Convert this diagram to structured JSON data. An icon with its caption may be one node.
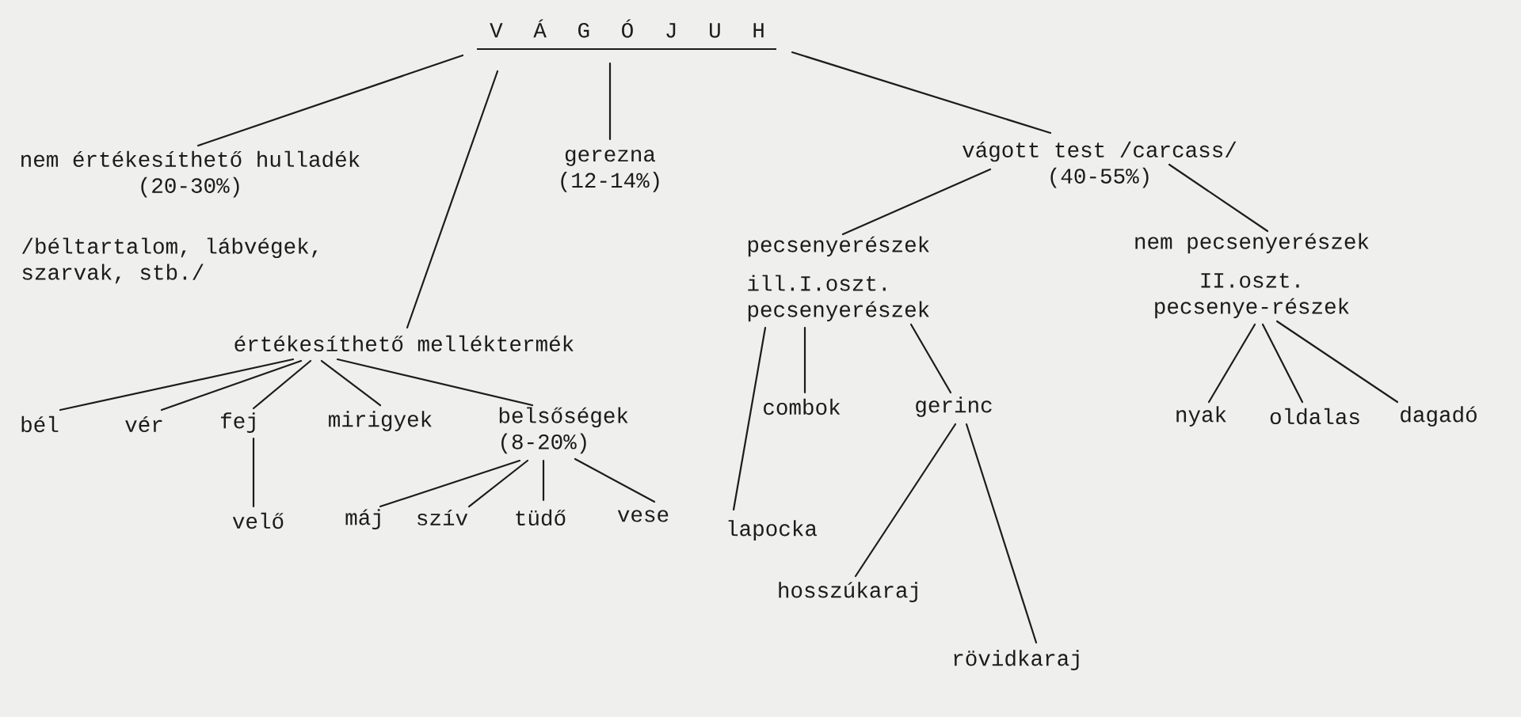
{
  "diagram": {
    "nodes": [
      {
        "text": [
          "V Á G Ó J U H"
        ]
      },
      {
        "text": [
          "nem értékesíthető hulladék (20-30%)"
        ],
        "beside": [
          "/béltartalom, lábvégek, szarvak, stb./"
        ]
      },
      {
        "text": [
          "gerezna (12-14%)"
        ]
      },
      {
        "text": [
          "vágott test /carcass/ (40-55%)"
        ]
      },
      {
        "text": [
          "pecsenyerészek",
          "ill.I.oszt. pecsenyerészek"
        ]
      },
      {
        "text": [
          "nem pecsenyerészek",
          "II.oszt. pecsenye-részek"
        ]
      },
      {
        "text": [
          "értékesíthető melléktermék"
        ]
      },
      {
        "text": [
          "bél"
        ]
      },
      {
        "text": [
          "vér"
        ]
      },
      {
        "text": [
          "fej"
        ]
      },
      {
        "text": [
          "mirigyek"
        ]
      },
      {
        "text": [
          "belsőségek (8-20%)"
        ]
      },
      {
        "text": [
          "combok"
        ]
      },
      {
        "text": [
          "gerinc"
        ]
      },
      {
        "text": [
          "nyak"
        ]
      },
      {
        "text": [
          "oldalas"
        ]
      },
      {
        "text": [
          "dagadó"
        ]
      },
      {
        "text": [
          "velő"
        ]
      },
      {
        "text": [
          "máj"
        ]
      },
      {
        "text": [
          "szív"
        ]
      },
      {
        "text": [
          "tüdő"
        ]
      },
      {
        "text": [
          "vese"
        ]
      },
      {
        "text": [
          "lapocka"
        ]
      },
      {
        "text": [
          "hosszúkaraj"
        ]
      },
      {
        "text": [
          "rövidkaraj"
        ]
      }
    ],
    "edges": [
      {
        "from": 0,
        "to": 1,
        "arrow": "none"
      },
      {
        "from": 0,
        "to": 6,
        "arrow": "none"
      },
      {
        "from": 0,
        "to": 2,
        "arrow": "none"
      },
      {
        "from": 0,
        "to": 3,
        "arrow": "none"
      },
      {
        "from": 3,
        "to": 4,
        "arrow": "none"
      },
      {
        "from": 3,
        "to": 5,
        "arrow": "none"
      },
      {
        "from": 4,
        "to": 22,
        "arrow": "none"
      },
      {
        "from": 4,
        "to": 12,
        "arrow": "none"
      },
      {
        "from": 4,
        "to": 13,
        "arrow": "none"
      },
      {
        "from": 13,
        "to": 23,
        "arrow": "none"
      },
      {
        "from": 13,
        "to": 24,
        "arrow": "none"
      },
      {
        "from": 5,
        "to": 14,
        "arrow": "none"
      },
      {
        "from": 5,
        "to": 15,
        "arrow": "none"
      },
      {
        "from": 5,
        "to": 16,
        "arrow": "none"
      },
      {
        "from": 6,
        "to": 7,
        "arrow": "none"
      },
      {
        "from": 6,
        "to": 8,
        "arrow": "none"
      },
      {
        "from": 6,
        "to": 9,
        "arrow": "none"
      },
      {
        "from": 6,
        "to": 10,
        "arrow": "none"
      },
      {
        "from": 6,
        "to": 11,
        "arrow": "none"
      },
      {
        "from": 9,
        "to": 17,
        "arrow": "none"
      },
      {
        "from": 11,
        "to": 18,
        "arrow": "none"
      },
      {
        "from": 11,
        "to": 19,
        "arrow": "none"
      },
      {
        "from": 11,
        "to": 20,
        "arrow": "none"
      },
      {
        "from": 11,
        "to": 21,
        "arrow": "none"
      }
    ]
  }
}
